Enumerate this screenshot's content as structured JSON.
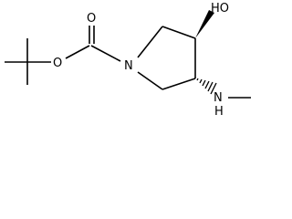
{
  "image": {
    "background": "#ffffff",
    "line_color": "#000000"
  },
  "atoms": {
    "ho": "HO",
    "n_ring": "N",
    "o_carbonyl": "O",
    "o_ester": "O",
    "nh": "N",
    "h_amine": "H"
  },
  "stereo": {
    "c3_bond": "wedge",
    "c4_bond": "hashed-wedge"
  }
}
